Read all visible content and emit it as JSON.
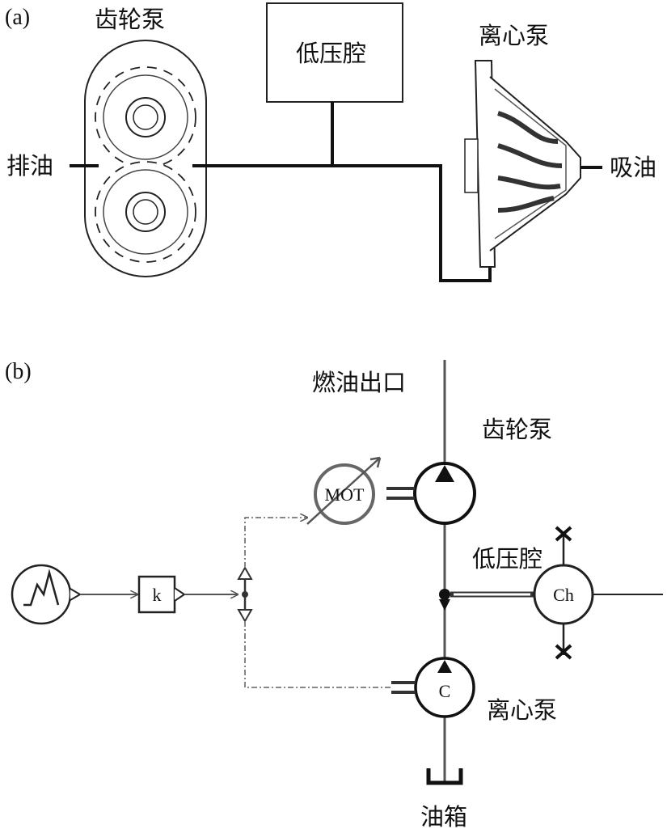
{
  "panel_a": {
    "tag": "(a)",
    "gear_pump": "齿轮泵",
    "low_pressure_chamber": "低压腔",
    "centrifugal_pump": "离心泵",
    "discharge": "排油",
    "suction": "吸油"
  },
  "panel_b": {
    "tag": "(b)",
    "fuel_outlet": "燃油出口",
    "gear_pump": "齿轮泵",
    "low_pressure_chamber": "低压腔",
    "centrifugal_pump": "离心泵",
    "oil_tank": "油箱",
    "motor_symbol": "MOT",
    "gain_symbol": "k",
    "centrifugal_symbol": "C",
    "chamber_symbol": "Ch"
  }
}
